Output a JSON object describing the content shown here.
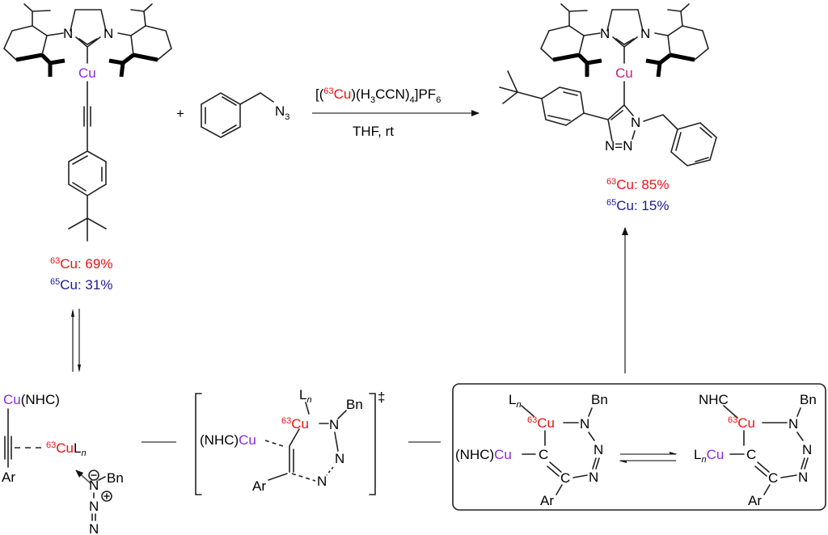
{
  "colors": {
    "cu63": "#ee1111",
    "cu65": "#1a1a9a",
    "cu_generic": "#8a2be2",
    "cu_product": "#cc2277",
    "bond": "#222222"
  },
  "reactant": {
    "cu_label": "Cu",
    "iso63_mass": "63",
    "iso63_text": "Cu: 69%",
    "iso65_mass": "65",
    "iso65_text": "Cu: 31%"
  },
  "plus": "+",
  "azide": {
    "label": "N",
    "sub": "3"
  },
  "conditions": {
    "reagent_open": "[(",
    "reagent_mass": "63",
    "reagent_cu": "Cu",
    "reagent_mid": ")(H",
    "reagent_sub1": "3",
    "reagent_mid2": "CCN)",
    "reagent_sub2": "4",
    "reagent_mid3": "]PF",
    "reagent_sub3": "6",
    "solvent": "THF, rt"
  },
  "product": {
    "cu_label": "Cu",
    "n_label": "N",
    "nn_label": "N=N",
    "iso63_mass": "63",
    "iso63_text": "Cu: 85%",
    "iso65_mass": "65",
    "iso65_text": "Cu: 15%"
  },
  "nhc": {
    "n_label": "N"
  },
  "intermediate1": {
    "cu_nhc_cu": "Cu",
    "cu_nhc_rest": "(NHC)",
    "mass": "63",
    "cu": "Cu",
    "ln": "L",
    "ln_sub": "n",
    "ar": "Ar",
    "minus": "−",
    "plus": "+",
    "n": "N",
    "bn": "Bn"
  },
  "transition_state": {
    "nhc": "(NHC)",
    "cu": "Cu",
    "mass": "63",
    "cu63": "Cu",
    "ln": "L",
    "ln_sub": "n",
    "n": "N",
    "bn": "Bn",
    "ar": "Ar",
    "dagger": "‡"
  },
  "box_left": {
    "ln": "L",
    "ln_sub": "n",
    "mass": "63",
    "cu63": "Cu",
    "n": "N",
    "bn": "Bn",
    "nhc": "(NHC)",
    "cu": "Cu",
    "c": "C",
    "ar": "Ar"
  },
  "box_right": {
    "nhc": "NHC",
    "mass": "63",
    "cu63": "Cu",
    "n": "N",
    "bn": "Bn",
    "ln": "L",
    "ln_sub": "n",
    "cu": "Cu",
    "c": "C",
    "ar": "Ar"
  }
}
